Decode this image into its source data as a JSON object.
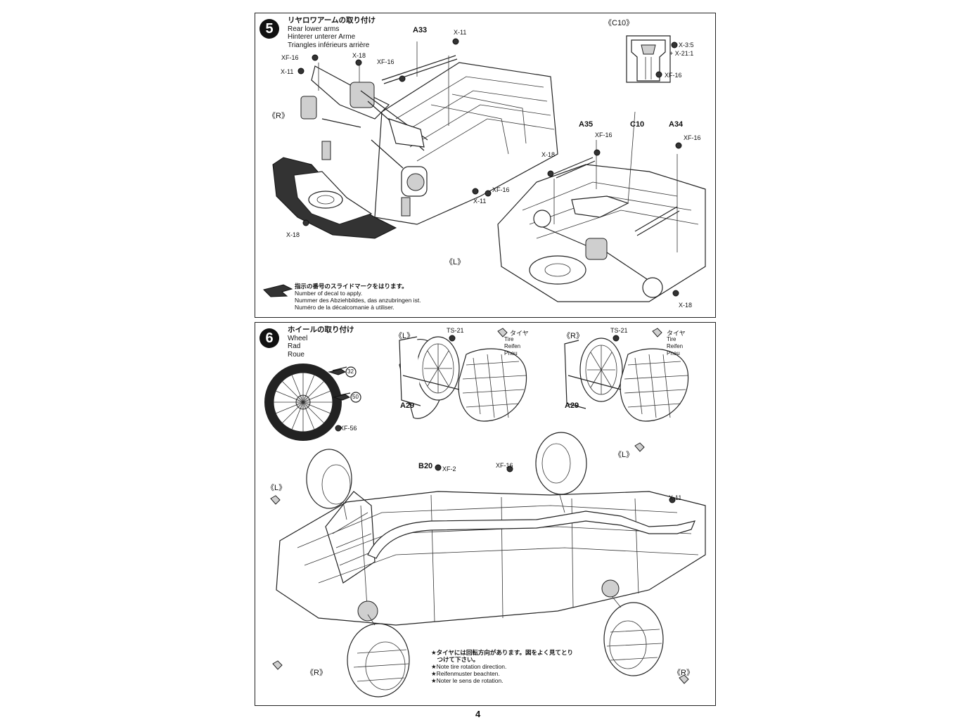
{
  "page_number": "4",
  "step5": {
    "number": "5",
    "title_jp": "リヤロワアームの取り付け",
    "title_en": "Rear lower arms",
    "title_de": "Hinterer unterer Arme",
    "title_fr": "Triangles inférieurs arrière",
    "labels": {
      "a33": "A33",
      "a35": "A35",
      "a34": "A34",
      "c10": "C10",
      "c10_box": "《C10》",
      "x11_top": "X-11",
      "x11_left": "X-11",
      "x11_bottom": "X-11",
      "x18_top": "X-18",
      "x18_bottom": "X-18",
      "x18_right": "X-18",
      "x18_right2": "X-18",
      "xf16_a": "XF-16",
      "xf16_b": "XF-16",
      "xf16_c": "XF-16",
      "xf16_d": "XF-16",
      "xf16_e": "XF-16",
      "xf16_box": "XF-16",
      "x35": "X-3:5",
      "x21": "+ X-21:1",
      "side_r": "《R》",
      "side_l": "《L》"
    },
    "decal_note": {
      "jp": "指示の番号のスライドマークをはります。",
      "en": "Number of decal to apply.",
      "de": "Nummer des Abziehbildes, das anzubringen ist.",
      "fr": "Numéro de la décalcomanie à utiliser."
    }
  },
  "step6": {
    "number": "6",
    "title_jp": "ホイールの取り付け",
    "title_en": "Wheel",
    "title_de": "Rad",
    "title_fr": "Roue",
    "labels": {
      "decal32": "32",
      "decal50": "50",
      "xf56": "XF-56",
      "side_l1": "《L》",
      "side_r1": "《R》",
      "ts21_l": "TS-21",
      "ts21_r": "TS-21",
      "a29_l": "A29",
      "a29_r": "A29",
      "tire_jp_l": "タイヤ",
      "tire_en_l": "Tire",
      "tire_de_l": "Reifen",
      "tire_fr_l": "Pneu",
      "tire_jp_r": "タイヤ",
      "tire_en_r": "Tire",
      "tire_de_r": "Reifen",
      "tire_fr_r": "Pneu",
      "b20": "B20",
      "xf2": "XF-2",
      "xf16": "XF-16",
      "x11": "X-11",
      "side_l_left": "《L》",
      "side_l_right": "《L》",
      "side_r_left": "《R》",
      "side_r_right": "《R》"
    },
    "rotation_note": {
      "jp1": "★タイヤには回転方向があります。図をよく見てとり",
      "jp2": "　つけて下さい。",
      "en": "★Note tire rotation direction.",
      "de": "★Reifenmuster beachten.",
      "fr": "★Noter le sens de rotation."
    }
  },
  "icons": [
    "decal-icon",
    "screw-icon",
    "cement-icon",
    "tire-tread-icon",
    "wheel-icon",
    "car-chassis-icon"
  ]
}
